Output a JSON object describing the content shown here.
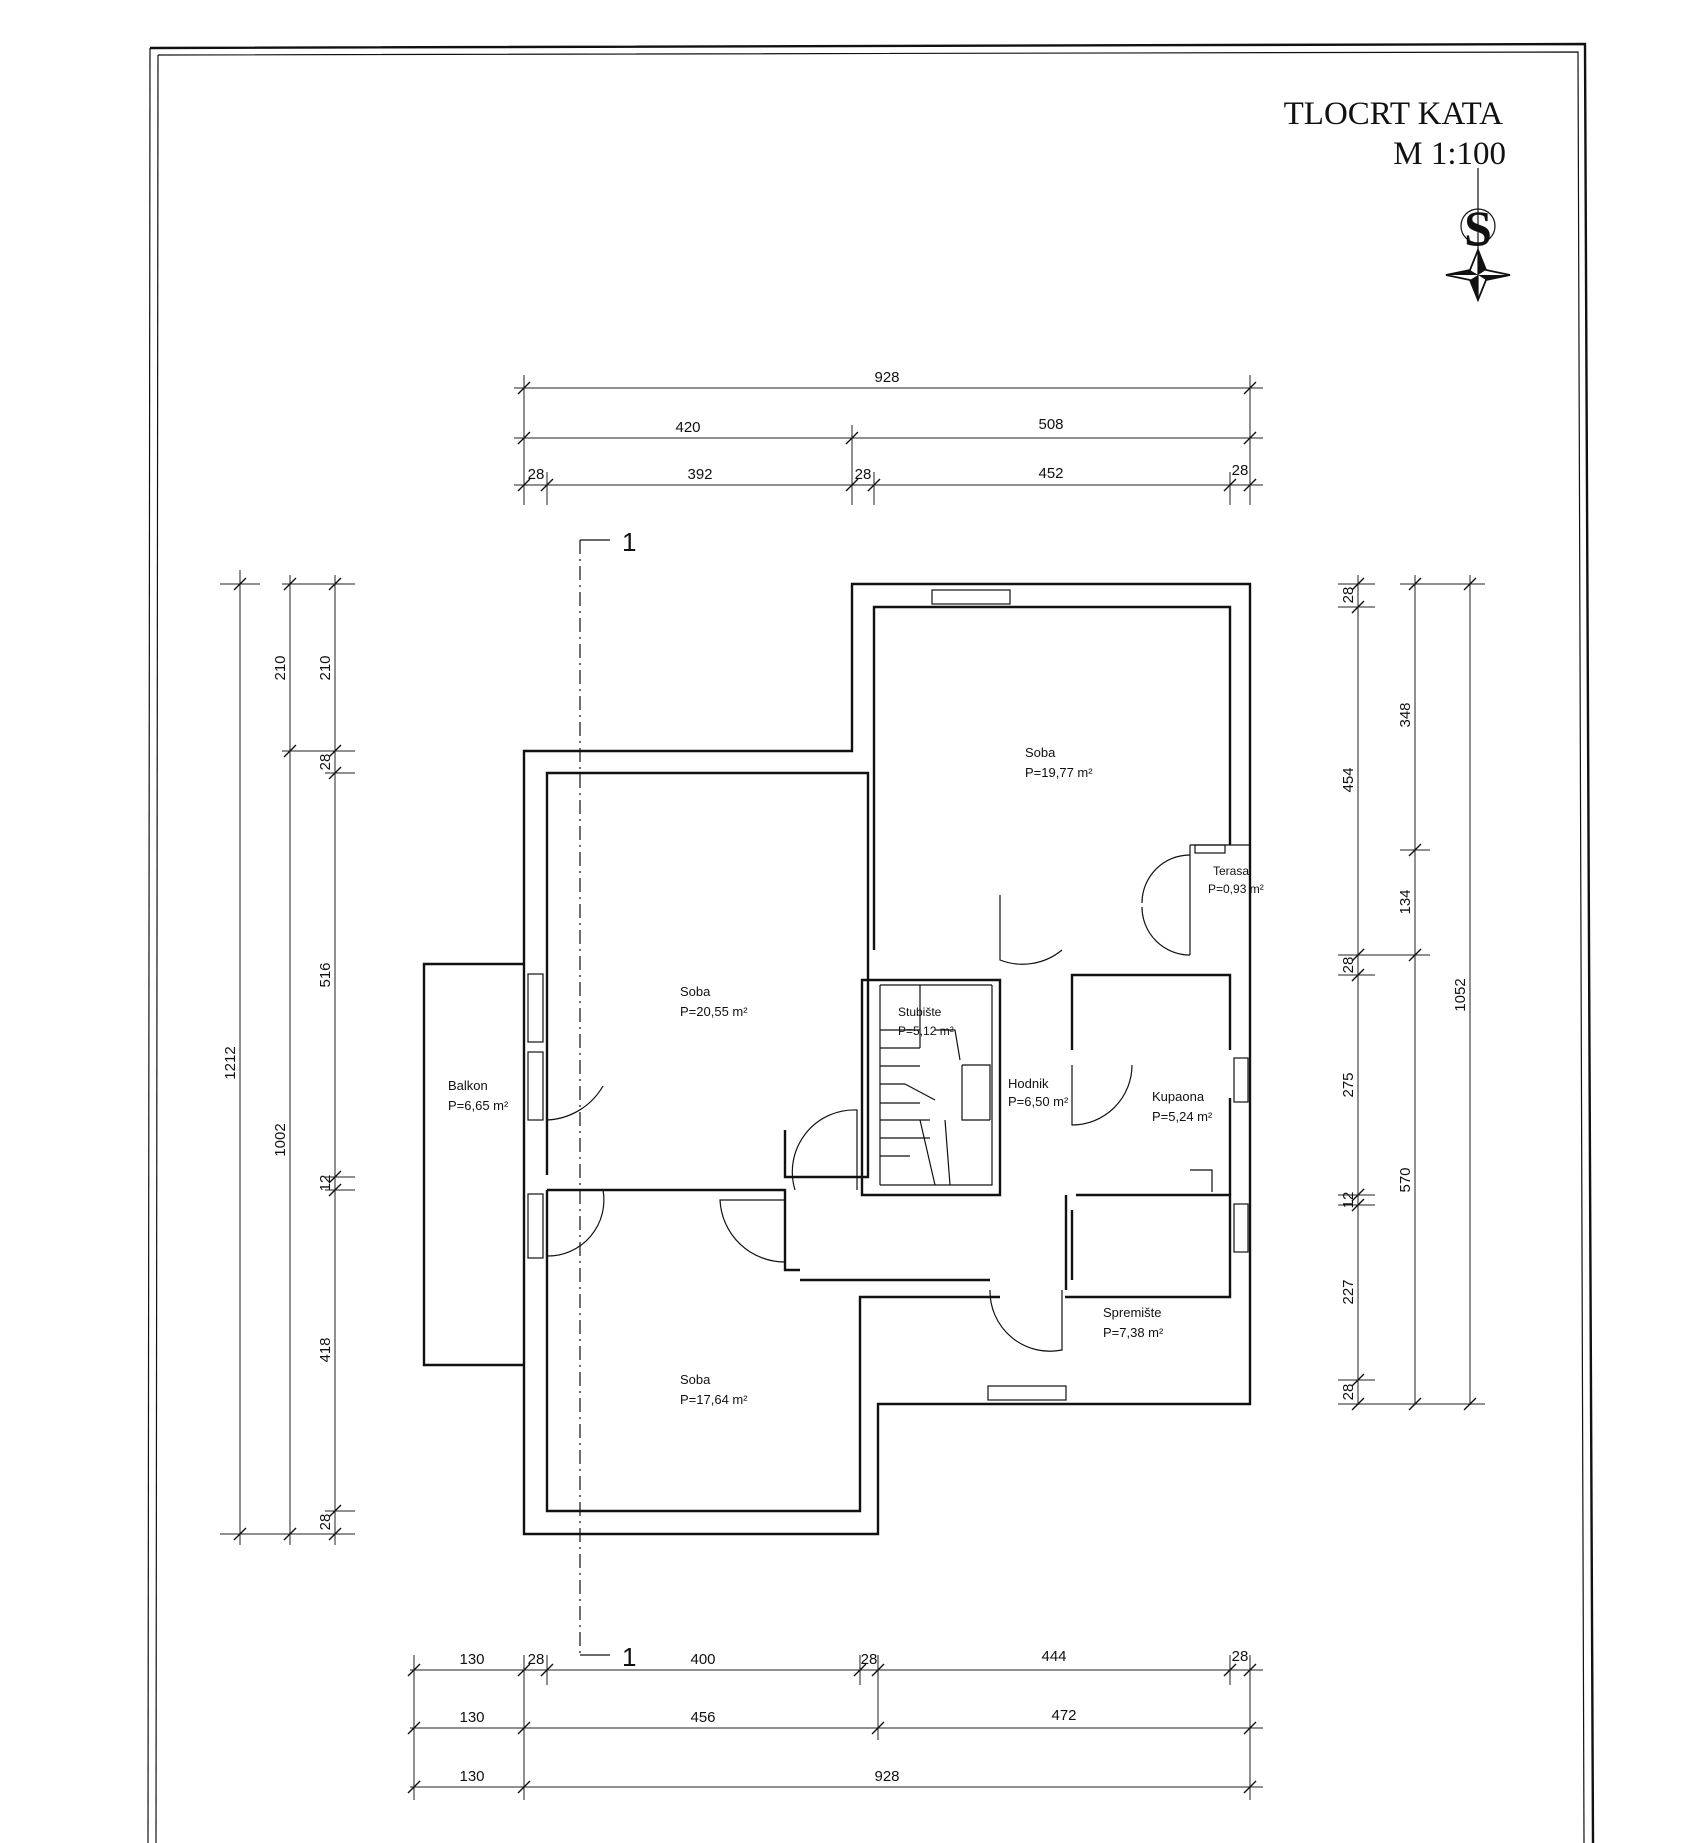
{
  "title": "TLOCRT KATA",
  "scale": "M 1:100",
  "north_symbol": "S",
  "section_label": "1",
  "rooms": [
    {
      "name": "Soba",
      "area": "P=19,77 m²"
    },
    {
      "name": "Soba",
      "area": "P=20,55 m²"
    },
    {
      "name": "Soba",
      "area": "P=17,64 m²"
    },
    {
      "name": "Balkon",
      "area": "P=6,65 m²"
    },
    {
      "name": "Terasa",
      "area": "P=0,93 m²"
    },
    {
      "name": "Stubište",
      "area": "P=5,12 m²"
    },
    {
      "name": "Hodnik",
      "area": "P=6,50 m²"
    },
    {
      "name": "Kupaona",
      "area": "P=5,24 m²"
    },
    {
      "name": "Spremište",
      "area": "P=7,38 m²"
    }
  ],
  "dimensions": {
    "top": [
      [
        "928"
      ],
      [
        "420",
        "508"
      ],
      [
        "28",
        "392",
        "28",
        "452",
        "28"
      ]
    ],
    "bottom": [
      [
        "130",
        "28",
        "400",
        "28",
        "444",
        "28"
      ],
      [
        "130",
        "456",
        "472"
      ],
      [
        "130",
        "928"
      ]
    ],
    "left": [
      [
        "1212"
      ],
      [
        "1002"
      ],
      [
        "210",
        "28",
        "516",
        "12",
        "418",
        "28"
      ],
      [
        "210"
      ]
    ],
    "right": [
      [
        "28",
        "454",
        "28",
        "275",
        "12",
        "227",
        "28"
      ],
      [
        "348",
        "134",
        "570"
      ],
      [
        "1052"
      ]
    ]
  }
}
